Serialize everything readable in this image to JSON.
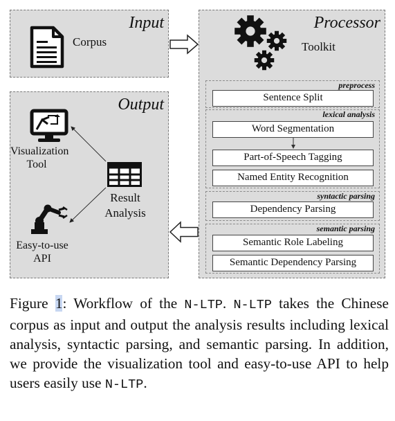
{
  "input_panel": {
    "title": "Input",
    "corpus_label": "Corpus"
  },
  "processor_panel": {
    "title": "Processor",
    "toolkit_label": "Toolkit",
    "sections": {
      "preprocess": {
        "title": "preprocess",
        "tasks": [
          "Sentence Split"
        ]
      },
      "lexical": {
        "title": "lexical analysis",
        "tasks": [
          "Word Segmentation",
          "Part-of-Speech Tagging",
          "Named Entity Recognition"
        ]
      },
      "syntactic": {
        "title": "syntactic parsing",
        "tasks": [
          "Dependency Parsing"
        ]
      },
      "semantic": {
        "title": "semantic parsing",
        "tasks": [
          "Semantic Role Labeling",
          "Semantic Dependency Parsing"
        ]
      }
    }
  },
  "output_panel": {
    "title": "Output",
    "visualization_label": [
      "Visualization",
      "Tool"
    ],
    "result_label": [
      "Result",
      "Analysis"
    ],
    "api_label": [
      "Easy-to-use",
      "API"
    ]
  },
  "caption": {
    "figure_prefix": "Figure ",
    "figure_number": "1",
    "text_1": ": Workflow of the ",
    "system_name": "N-LTP",
    "text_2": ". ",
    "text_3": " takes the Chinese corpus as input and output the analysis results including lexical analysis, syntactic parsing, and semantic parsing. In addition, we provide the visualization tool and easy-to-use API to help users easily use ",
    "text_4": "."
  },
  "icons": {
    "corpus": "document-icon",
    "toolkit": "gears-icon",
    "visualization": "monitor-icon",
    "result": "table-grid-icon",
    "api": "robot-arm-icon"
  }
}
